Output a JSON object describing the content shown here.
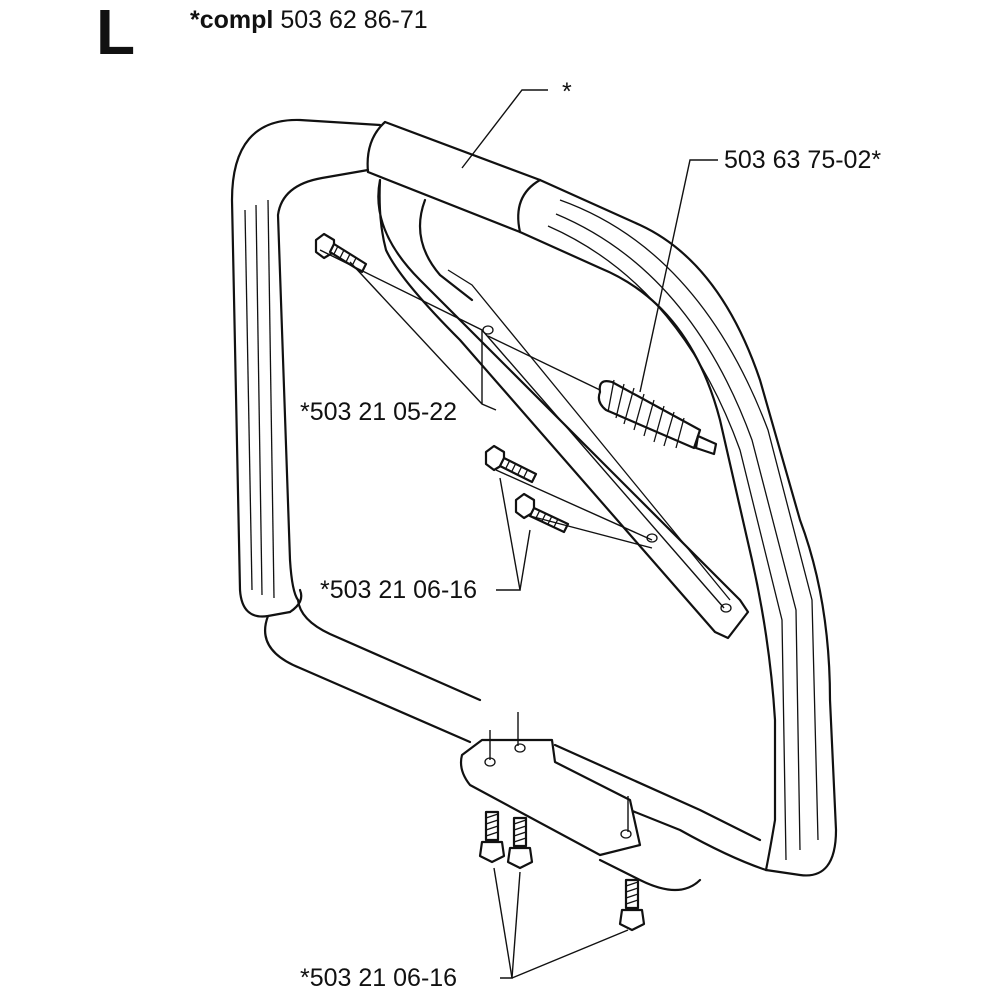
{
  "header": {
    "section_letter": "L",
    "compl_label": "*compl",
    "compl_part_number": "503 62 86-71"
  },
  "callouts": {
    "top_grip": "*",
    "vibration_damper": "503 63 75-02*",
    "upper_screw": "*503 21 05-22",
    "middle_screws": "*503 21 06-16",
    "bottom_screws": "*503 21 06-16"
  },
  "icons": [
    "section-letter",
    "handle-bar-drawing",
    "screw-icon",
    "damper-spring-icon"
  ]
}
